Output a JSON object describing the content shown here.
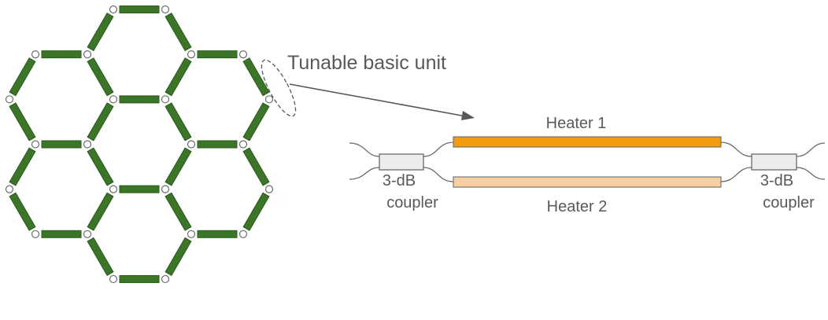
{
  "mesh": {
    "edge_fill": "#3b7527",
    "edge_stroke": "#2a5a1c",
    "node_fill": "#ffffff",
    "node_stroke": "#6b6b6b"
  },
  "callout": {
    "label": "Tunable basic unit",
    "arrow_color": "#595959"
  },
  "unit": {
    "heater1_label": "Heater 1",
    "heater2_label": "Heater 2",
    "heater1_color": "#f39c12",
    "heater2_color": "#f8cfa3",
    "coupler_fill": "#ececec",
    "coupler_stroke": "#6b6b6b",
    "left_coupler": {
      "line1": "3-dB",
      "line2": "coupler"
    },
    "right_coupler": {
      "line1": "3-dB",
      "line2": "coupler"
    }
  }
}
